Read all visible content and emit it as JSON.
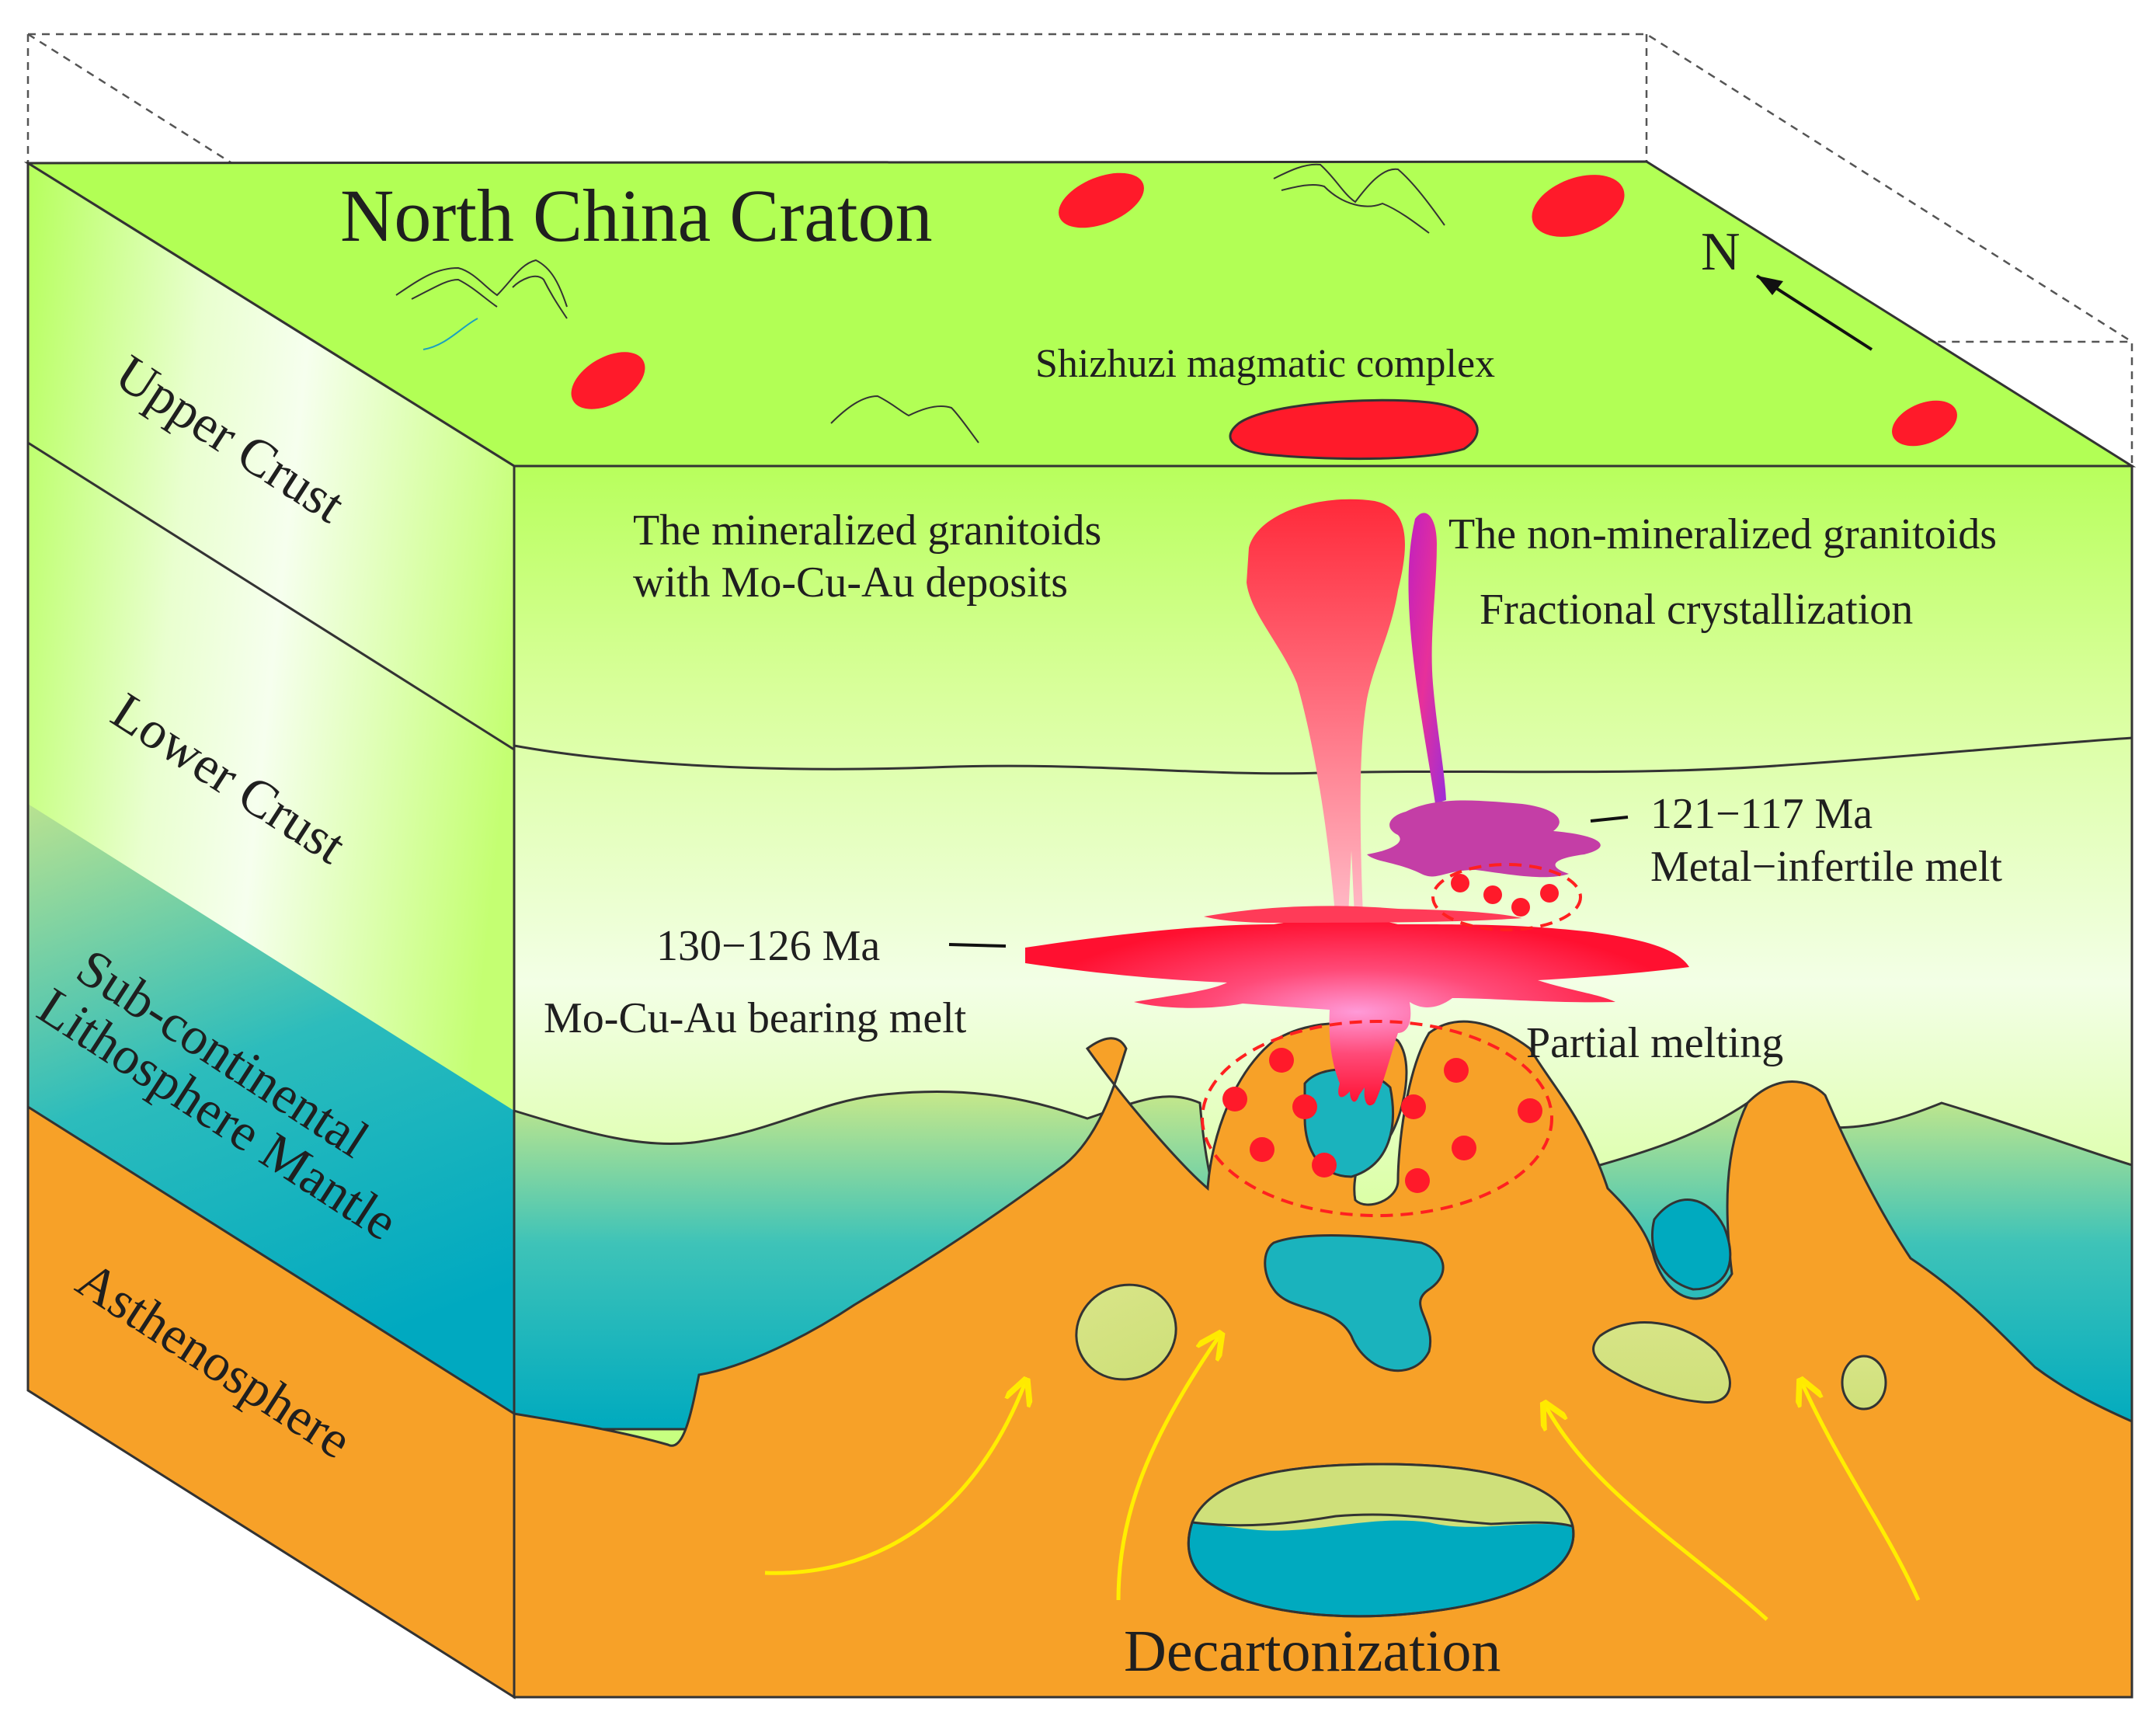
{
  "title": "North China Craton",
  "surface_label": "Shizhuzi magmatic complex",
  "north_label": "N",
  "layers": {
    "upper_crust": "Upper Crust",
    "lower_crust": "Lower Crust",
    "sclm": [
      "Sub-continental",
      "Lithosphere Mantle"
    ],
    "asthenosphere": "Asthenosphere"
  },
  "annotations": {
    "mineralized": [
      "The mineralized granitoids",
      "with Mo-Cu-Au deposits"
    ],
    "non_mineralized": "The non-mineralized granitoids",
    "fractional": "Fractional crystallization",
    "age_late": "121−117 Ma",
    "late_melt": "Metal−infertile melt",
    "age_early": "130−126 Ma",
    "early_melt": "Mo-Cu-Au bearing melt",
    "partial": "Partial melting",
    "bottom": "Decartonization"
  },
  "colors": {
    "top_green": "#b2ff55",
    "crust_green": "#c2ff70",
    "sclm_teal": "#00b0c0",
    "asthenosphere": "#f7a128",
    "magma_red": "#ff1f3f",
    "melt_purple": "#c02ec8",
    "arrow_yellow": "#ffee00"
  }
}
